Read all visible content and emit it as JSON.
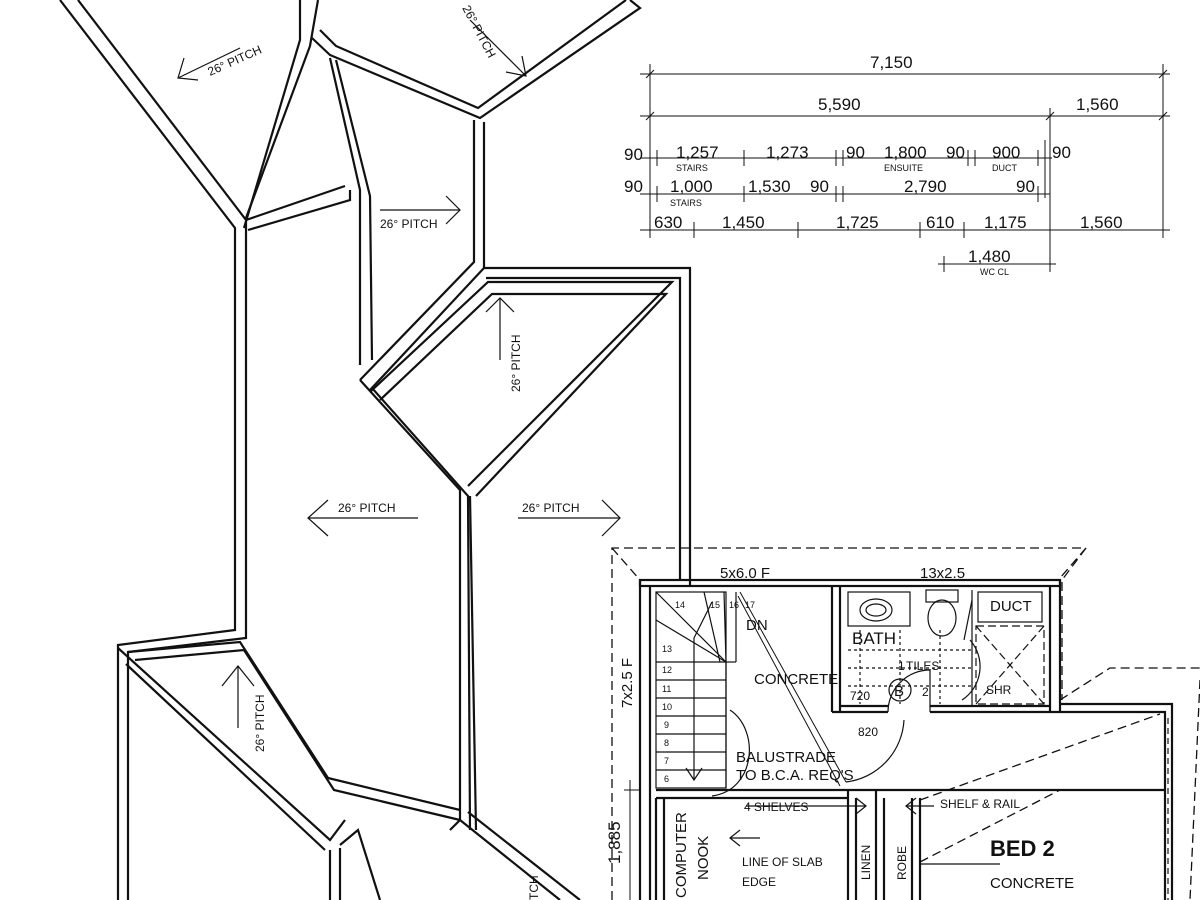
{
  "roof": {
    "pitch_label": "26° PITCH",
    "pitch_partial": "TCH"
  },
  "dimensions": {
    "overall": "7,150",
    "left_total": "5,590",
    "right_total": "1,560",
    "row1": [
      "90",
      "1,257",
      "1,273",
      "90",
      "1,800",
      "90",
      "900",
      "90"
    ],
    "row1_labels": {
      "stairs": "STAIRS",
      "ensuite": "ENSUITE",
      "duct": "DUCT"
    },
    "row2": [
      "90",
      "1,000",
      "1,530",
      "90",
      "2,790",
      "90"
    ],
    "row2_labels": {
      "stairs": "STAIRS"
    },
    "row3": [
      "630",
      "1,450",
      "1,725",
      "610",
      "1,175",
      "1,560"
    ],
    "row4": {
      "value": "1,480",
      "label": "WC CL"
    }
  },
  "plan": {
    "window_top_left": "5x6.0 F",
    "window_top_right": "13x2.5",
    "window_left": "7x2.5 F",
    "left_dim": "1,885",
    "stair_steps": [
      "14",
      "15",
      "16",
      "17",
      "13",
      "12",
      "11",
      "10",
      "9",
      "8",
      "7",
      "6"
    ],
    "stair_dn": "DN",
    "concrete_1": "CONCRETE",
    "balustrade_1": "BALUSTRADE",
    "balustrade_2": "TO B.C.A. REQ'S",
    "shelves": "4 SHELVES",
    "shelf_rail": "SHELF & RAIL",
    "computer": "COMPUTER",
    "nook": "NOOK",
    "slab_1": "LINE OF SLAB",
    "slab_2": "EDGE",
    "linen": "LINEN",
    "robe": "ROBE",
    "bath": "BATH",
    "duct": "DUCT",
    "tiles": "TILES",
    "tiles_mark": "1",
    "door_720": "720",
    "door_820": "820",
    "shr": "SHR",
    "marker_b": "B",
    "marker_num": "2",
    "bed2": "BED 2",
    "concrete_2": "CONCRETE"
  }
}
